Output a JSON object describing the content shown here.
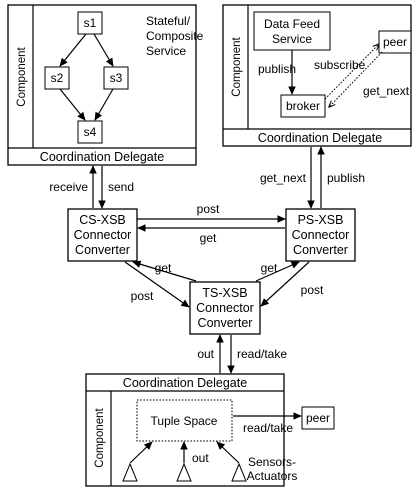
{
  "left_component": {
    "component_label": "Component",
    "service_line1": "Stateful/",
    "service_line2": "Composite",
    "service_line3": "Service",
    "nodes": [
      "s1",
      "s2",
      "s3",
      "s4"
    ],
    "delegate_label": "Coordination Delegate"
  },
  "right_component": {
    "component_label": "Component",
    "feed_line1": "Data Feed",
    "feed_line2": "Service",
    "peer": "peer",
    "broker": "broker",
    "publish": "publish",
    "subscribe": "subscribe",
    "get_next": "get_next",
    "delegate_label": "Coordination Delegate"
  },
  "bottom_component": {
    "component_label": "Component",
    "delegate_label": "Coordination Delegate",
    "tuple_space": "Tuple Space",
    "peer": "peer",
    "read_take": "read/take",
    "out": "out",
    "sensors_line1": "Sensors-",
    "sensors_line2": "Actuators"
  },
  "converters": {
    "cs": [
      "CS-XSB",
      "Connector",
      "Converter"
    ],
    "ps": [
      "PS-XSB",
      "Connector",
      "Converter"
    ],
    "ts": [
      "TS-XSB",
      "Connector",
      "Converter"
    ]
  },
  "edges": {
    "receive": "receive",
    "send": "send",
    "get_next": "get_next",
    "publish": "publish",
    "post_top": "post",
    "get_top": "get",
    "get_cs_ts": "get",
    "post_cs_ts": "post",
    "get_ps_ts": "get",
    "post_ps_ts": "post",
    "out": "out",
    "read_take": "read/take"
  }
}
